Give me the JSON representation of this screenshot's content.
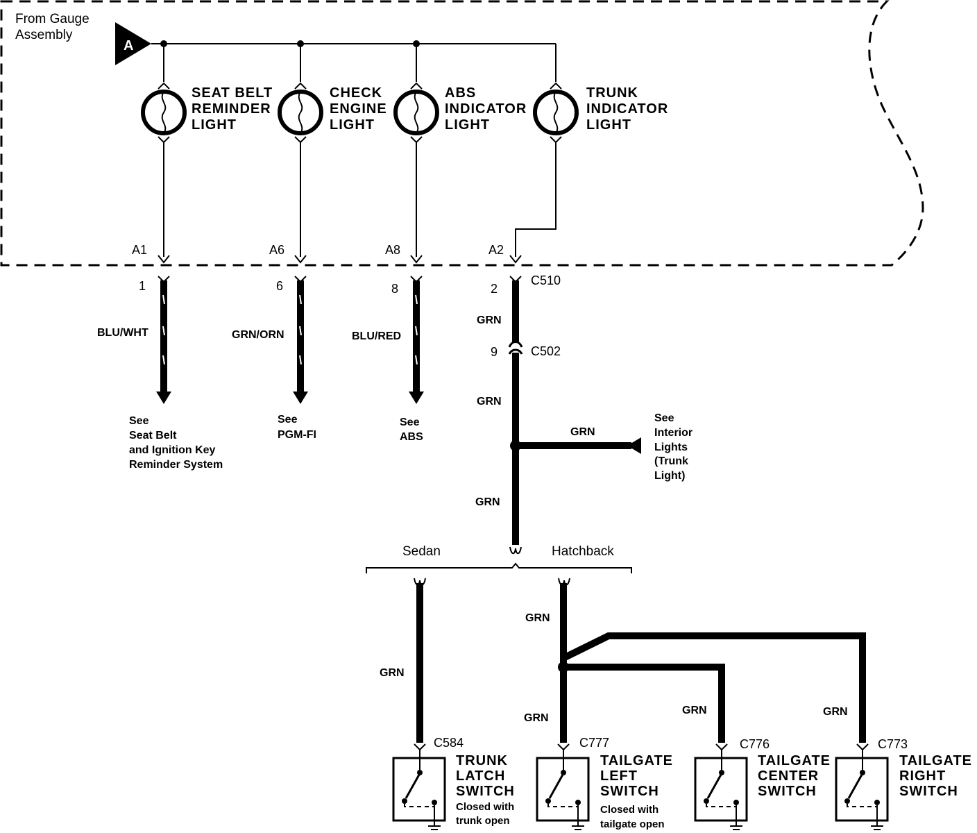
{
  "source": {
    "line1": "From Gauge",
    "line2": "Assembly",
    "connector": "A"
  },
  "lights": [
    {
      "lines": [
        "SEAT BELT",
        "REMINDER",
        "LIGHT"
      ],
      "pin": "A1"
    },
    {
      "lines": [
        "CHECK",
        "ENGINE",
        "LIGHT"
      ],
      "pin": "A6"
    },
    {
      "lines": [
        "ABS",
        "INDICATOR",
        "LIGHT"
      ],
      "pin": "A8"
    },
    {
      "lines": [
        "TRUNK",
        "INDICATOR",
        "LIGHT"
      ],
      "pin": "A2"
    }
  ],
  "wires": [
    {
      "term": "1",
      "color": "BLU/WHT",
      "see": [
        "See",
        "Seat Belt",
        "and Ignition  Key",
        "Reminder System"
      ]
    },
    {
      "term": "6",
      "color": "GRN/ORN",
      "see": [
        "See",
        "PGM-FI"
      ]
    },
    {
      "term": "8",
      "color": "BLU/RED",
      "see": [
        "See",
        "ABS"
      ]
    },
    {
      "term": "2",
      "connector": "C510",
      "color": "GRN"
    }
  ],
  "c502": {
    "term": "9",
    "connector": "C502"
  },
  "grn": "GRN",
  "interior": [
    "See",
    "Interior",
    "Lights",
    "(Trunk",
    "Light)"
  ],
  "split": {
    "sedan": "Sedan",
    "hatchback": "Hatchback"
  },
  "switches": [
    {
      "connector": "C584",
      "lines": [
        "TRUNK",
        "LATCH",
        "SWITCH"
      ],
      "note": [
        "Closed with",
        "trunk open"
      ]
    },
    {
      "connector": "C777",
      "lines": [
        "TAILGATE",
        "LEFT",
        "SWITCH"
      ],
      "note": [
        "Closed with",
        "tailgate open"
      ]
    },
    {
      "connector": "C776",
      "lines": [
        "TAILGATE",
        "CENTER",
        "SWITCH"
      ],
      "note": []
    },
    {
      "connector": "C773",
      "lines": [
        "TAILGATE",
        "RIGHT",
        "SWITCH"
      ],
      "note": []
    }
  ]
}
